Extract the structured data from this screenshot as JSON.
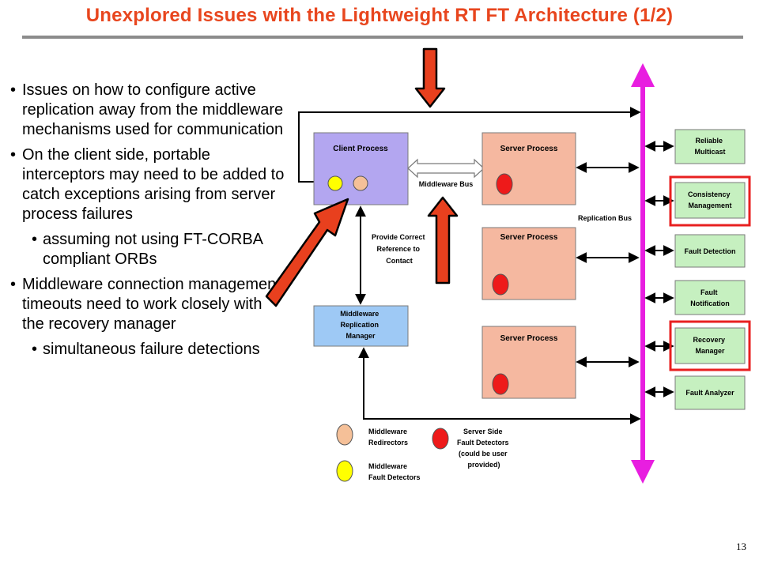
{
  "title": "Unexplored Issues with the Lightweight RT FT Architecture (1/2)",
  "page_number": "13",
  "bullets": [
    {
      "level": 1,
      "text": "Issues on how to configure active replication away from the middleware mechanisms used for communication"
    },
    {
      "level": 1,
      "text": "On the client side, portable interceptors may need to be added to catch exceptions arising from server process failures"
    },
    {
      "level": 2,
      "text": "assuming not using FT-CORBA compliant ORBs"
    },
    {
      "level": 1,
      "text": "Middleware connection management timeouts need to work closely with the recovery manager"
    },
    {
      "level": 2,
      "text": "simultaneous failure detections"
    }
  ],
  "diagram": {
    "client_process": "Client Process",
    "server_process_1": "Server Process",
    "server_process_2": "Server Process",
    "server_process_3": "Server Process",
    "middleware_bus": "Middleware Bus",
    "replication_bus": "Replication Bus",
    "provide_ref_line1": "Provide Correct",
    "provide_ref_line2": "Reference to",
    "provide_ref_line3": "Contact",
    "mrm_line1": "Middleware",
    "mrm_line2": "Replication",
    "mrm_line3": "Manager",
    "svc_reliable_multicast_1": "Reliable",
    "svc_reliable_multicast_2": "Multicast",
    "svc_consistency_1": "Consistency",
    "svc_consistency_2": "Management",
    "svc_fault_detection": "Fault Detection",
    "svc_fault_notification_1": "Fault",
    "svc_fault_notification_2": "Notification",
    "svc_recovery_1": "Recovery",
    "svc_recovery_2": "Manager",
    "svc_fault_analyzer": "Fault Analyzer",
    "legend_redirectors_1": "Middleware",
    "legend_redirectors_2": "Redirectors",
    "legend_fault_detectors_1": "Middleware",
    "legend_fault_detectors_2": "Fault Detectors",
    "legend_server_side_1": "Server Side",
    "legend_server_side_2": "Fault Detectors",
    "legend_server_side_3": "(could be user",
    "legend_server_side_4": "provided)"
  },
  "colors": {
    "title": "#e8461e",
    "client_box": "#b3a6f0",
    "server_box": "#f5b8a0",
    "manager_box": "#9ec9f5",
    "service_box": "#c6f0c0",
    "replication_bus": "#e81ee0",
    "highlight_arrow": "#e8401e",
    "highlight_frame": "#e82020"
  }
}
